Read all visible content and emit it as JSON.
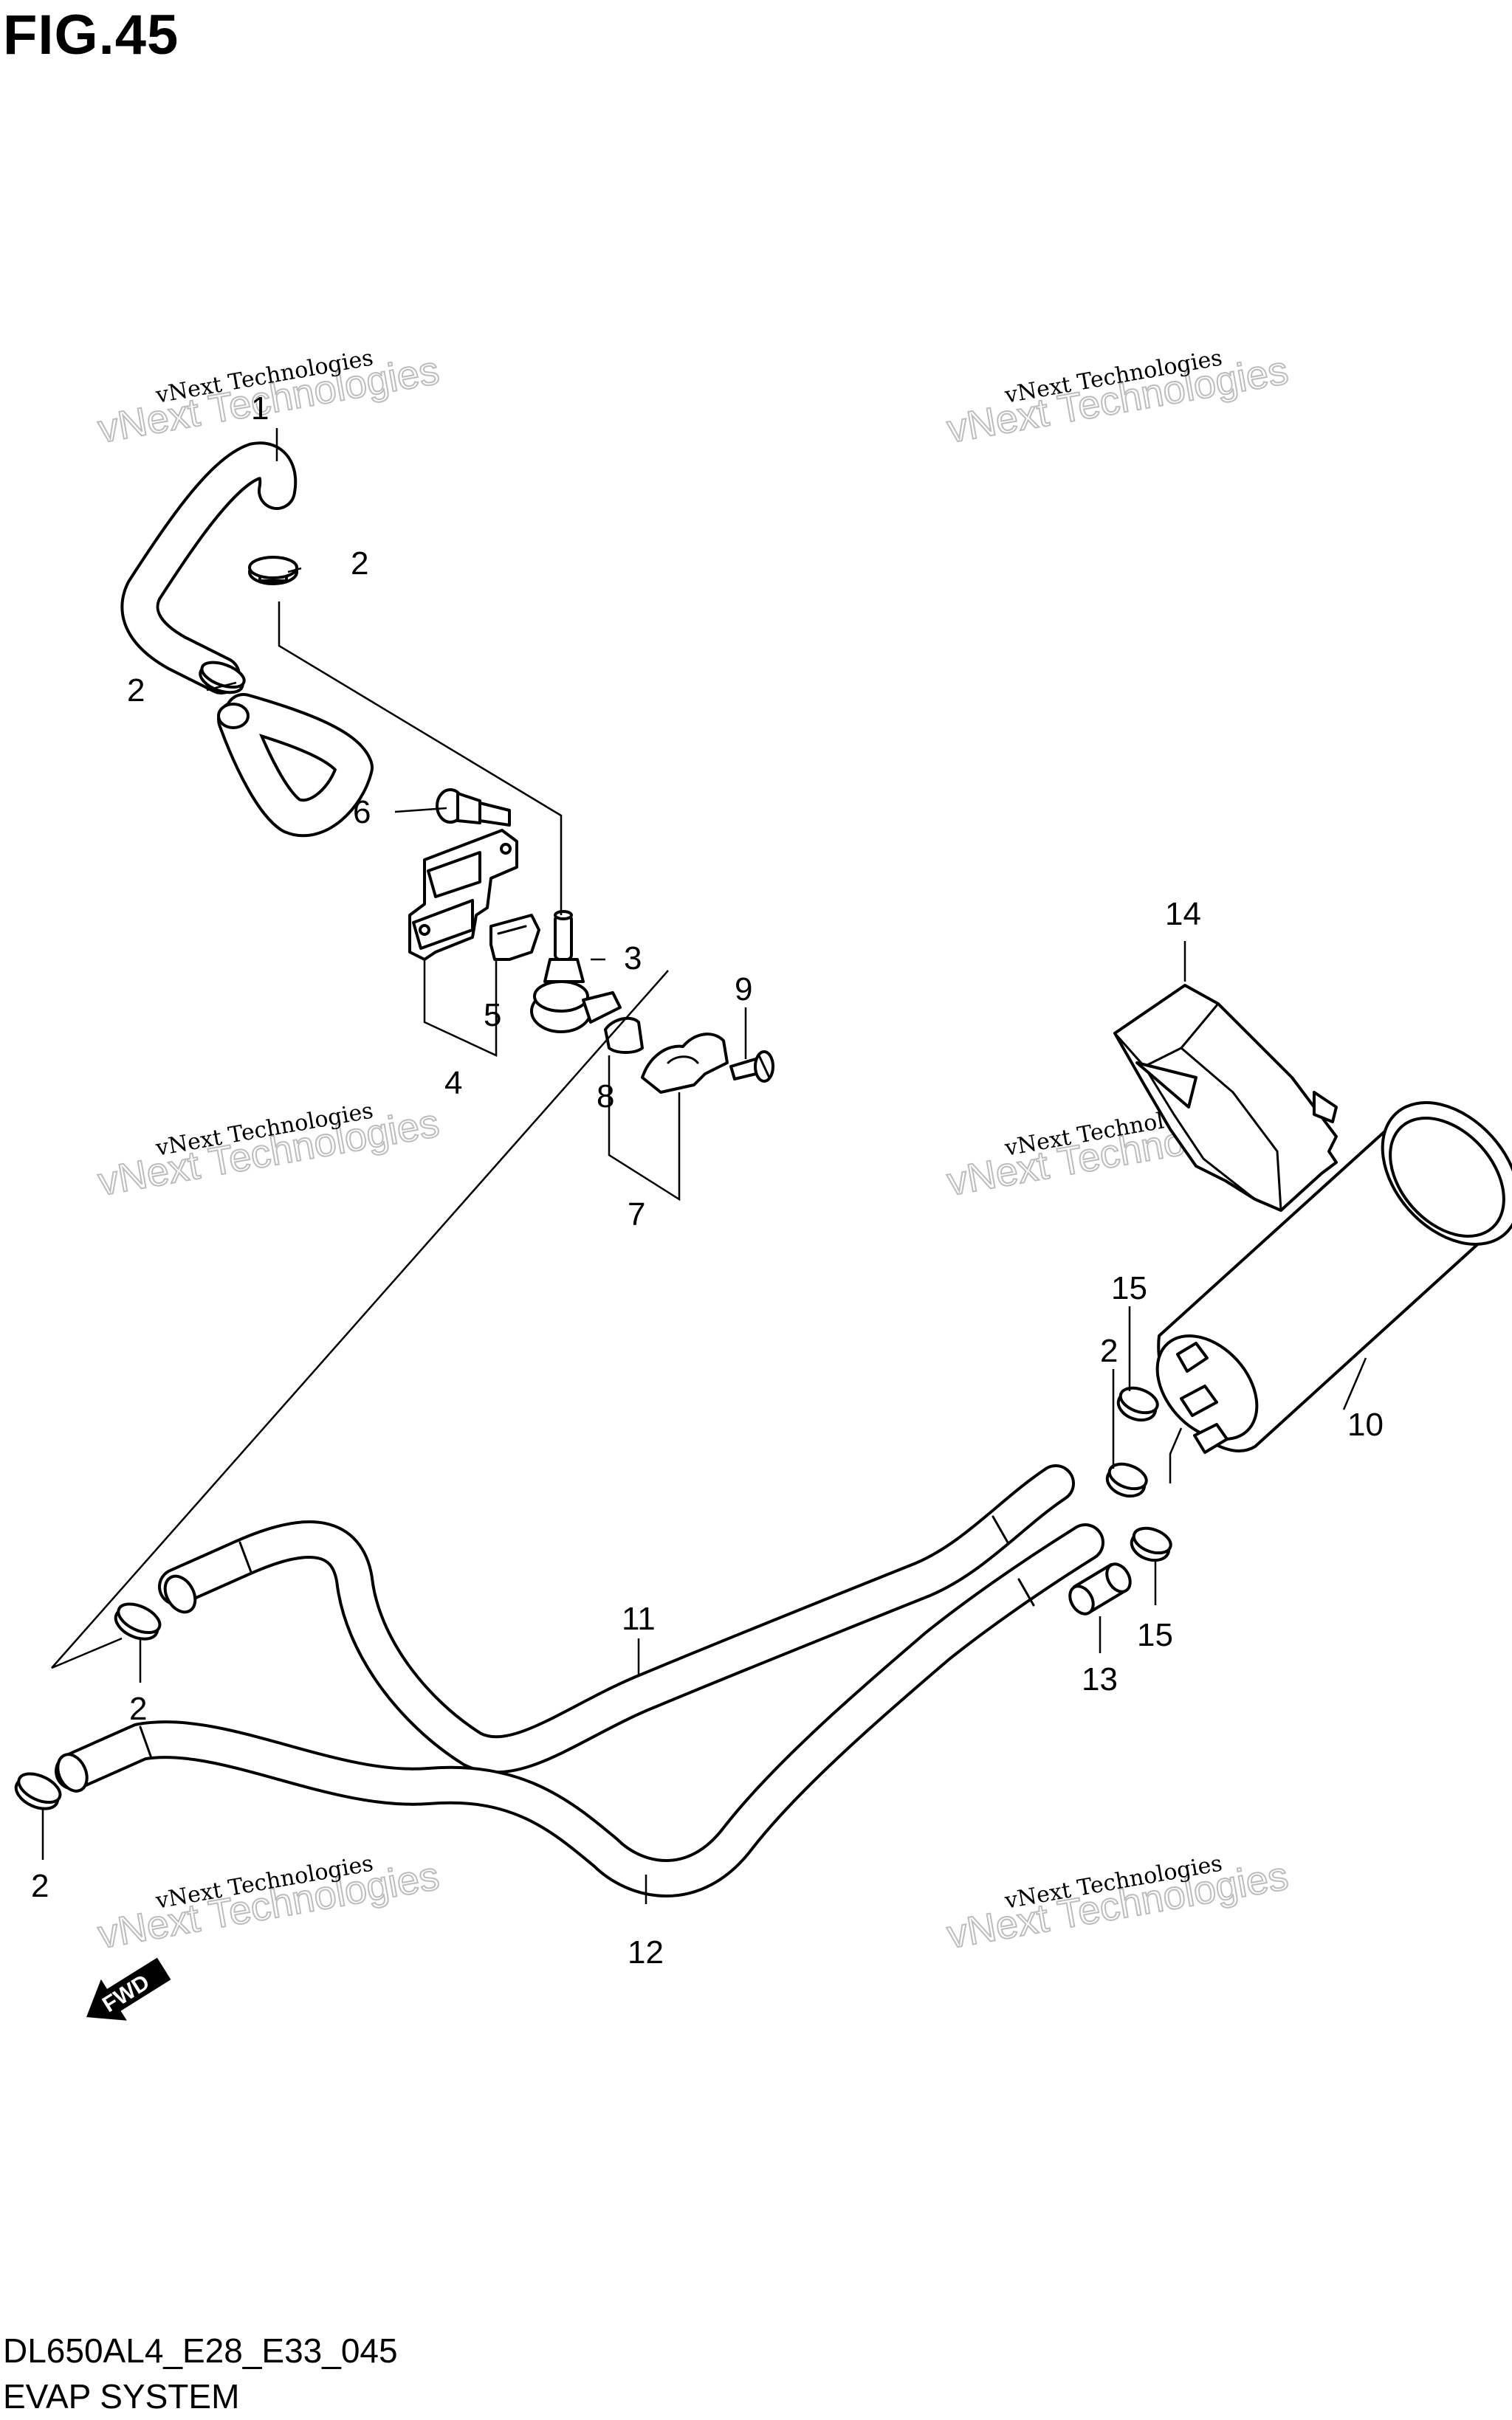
{
  "figure": {
    "title": "FIG.45",
    "model_code": "DL650AL4_E28_E33_045",
    "section_name": "EVAP SYSTEM"
  },
  "watermarks": [
    {
      "small": "vNext Technologies",
      "large": "vNext Technologies"
    },
    {
      "small": "vNext Technologies",
      "large": "vNext Technologies"
    },
    {
      "small": "vNext Technologies",
      "large": "vNext Technologies"
    },
    {
      "small": "vNext Technologies",
      "large": "vNext Technologies"
    },
    {
      "small": "vNext Technologies",
      "large": "vNext Technologies"
    },
    {
      "small": "vNext Technologies",
      "large": "vNext Technologies"
    }
  ],
  "callouts": {
    "c1": "1",
    "c2a": "2",
    "c2b": "2",
    "c2c": "2",
    "c2d": "2",
    "c2e": "2",
    "c3": "3",
    "c4": "4",
    "c5": "5",
    "c6": "6",
    "c7": "7",
    "c8": "8",
    "c9": "9",
    "c10": "10",
    "c11": "11",
    "c12": "12",
    "c13": "13",
    "c14": "14",
    "c15a": "15",
    "c15b": "15"
  },
  "fwd_indicator": {
    "label": "FWD",
    "icon": "fwd-arrow-icon"
  },
  "colors": {
    "line": "#000000",
    "watermark": "#bdbdbd",
    "background": "#ffffff"
  }
}
